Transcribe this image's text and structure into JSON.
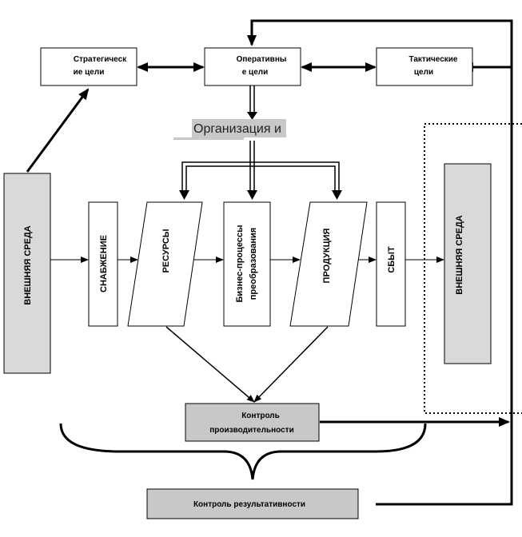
{
  "diagram": {
    "goals": {
      "strategic": [
        "Стратегическ",
        "ие цели"
      ],
      "operational": [
        "Оперативны",
        "е цели"
      ],
      "tactical": [
        "Тактические",
        "цели"
      ]
    },
    "organization_label": "Организация и",
    "external_env_left": "ВНЕШНЯЯ СРЕДА",
    "external_env_right": "ВНЕШНЯЯ СРЕДА",
    "supply": "СНАБЖЕНИЕ",
    "resources": "РЕСУРСЫ",
    "business_processes": [
      "Бизнес-процессы",
      "преобразования"
    ],
    "products": "ПРОДУКЦИЯ",
    "sales": "СБЫТ",
    "performance_control": [
      "Контроль",
      "производительности"
    ],
    "effectiveness_control": "Контроль результативности"
  }
}
